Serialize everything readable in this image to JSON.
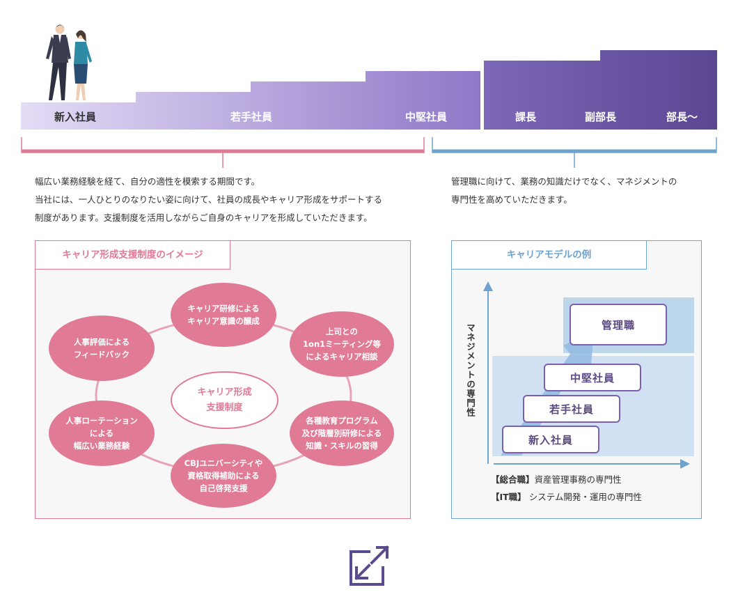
{
  "timeline": {
    "stages": [
      {
        "label": "新入社員"
      },
      {
        "label": "若手社員"
      },
      {
        "label": "中堅社員"
      },
      {
        "label": "課長"
      },
      {
        "label": "副部長"
      },
      {
        "label": "部長〜"
      }
    ]
  },
  "left_description": [
    "幅広い業務経験を経て、自分の適性を模索する期間です。",
    "当社には、一人ひとりのなりたい姿に向けて、社員の成長やキャリア形成をサポートする",
    "制度があります。支援制度を活用しながらご自身のキャリアを形成していただきます。"
  ],
  "right_description": [
    "管理職に向けて、業務の知識だけでなく、マネジメントの",
    "専門性を高めていただきます。"
  ],
  "support_panel": {
    "title": "キャリア形成支援制度のイメージ",
    "center": "キャリア形成\n支援制度",
    "nodes": [
      "キャリア研修による\nキャリア意識の醸成",
      "上司との\n1on1ミーティング等\nによるキャリア相談",
      "各種教育プログラム\n及び階層別研修による\n知識・スキルの習得",
      "CBJユニバーシティや\n資格取得補助による\n自己啓発支援",
      "人事ローテーション\nによる\n幅広い業務経験",
      "人事評価による\nフィードバック"
    ]
  },
  "model_panel": {
    "title": "キャリアモデルの例",
    "y_axis_label": "マネジメントの専門性",
    "levels": [
      "新入社員",
      "若手社員",
      "中堅社員",
      "管理職"
    ],
    "legend": [
      {
        "tag": "【総合職】",
        "text": "資産管理事務の専門性"
      },
      {
        "tag": "【IT職】",
        "text": "システム開発・運用の専門性"
      }
    ]
  },
  "colors": {
    "pink": "#e07a95",
    "blue": "#6fa3cf",
    "purple": "#5b4a8c",
    "node": "#e07a95"
  },
  "footer_icon": "expand-arrows-icon"
}
